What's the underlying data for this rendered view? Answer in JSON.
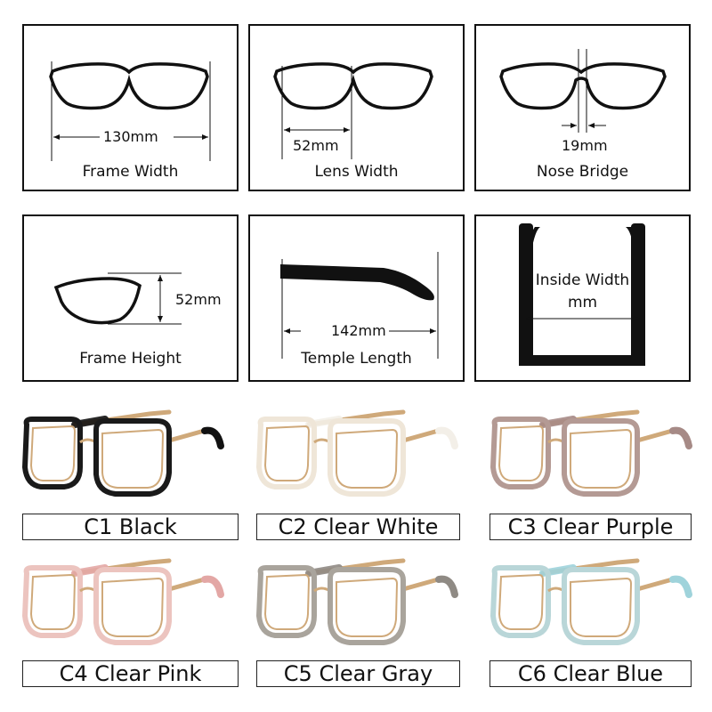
{
  "measurements": {
    "frame_width": {
      "value": "130mm",
      "caption": "Frame Width"
    },
    "lens_width": {
      "value": "52mm",
      "caption": "Lens Width"
    },
    "nose_bridge": {
      "value": "19mm",
      "caption": "Nose Bridge"
    },
    "frame_height": {
      "value": "52mm",
      "caption": "Frame Height"
    },
    "temple_length": {
      "value": "142mm",
      "caption": "Temple Length"
    },
    "inside_width": {
      "title": "Inside Width",
      "value": "mm"
    }
  },
  "colors": [
    {
      "label": "C1 Black",
      "rim": "#1a1a1a",
      "accent": "#111111"
    },
    {
      "label": "C2 Clear White",
      "rim": "#efe6d8",
      "accent": "#f3efe8"
    },
    {
      "label": "C3 Clear Purple",
      "rim": "#b49a94",
      "accent": "#a68a86"
    },
    {
      "label": "C4 Clear Pink",
      "rim": "#ecc4bf",
      "accent": "#e3a7a5"
    },
    {
      "label": "C5 Clear Gray",
      "rim": "#a9a49c",
      "accent": "#8f8a84"
    },
    {
      "label": "C6 Clear Blue",
      "rim": "#b9d6d8",
      "accent": "#9fd3db"
    }
  ],
  "metal_color": "#cfa97a"
}
